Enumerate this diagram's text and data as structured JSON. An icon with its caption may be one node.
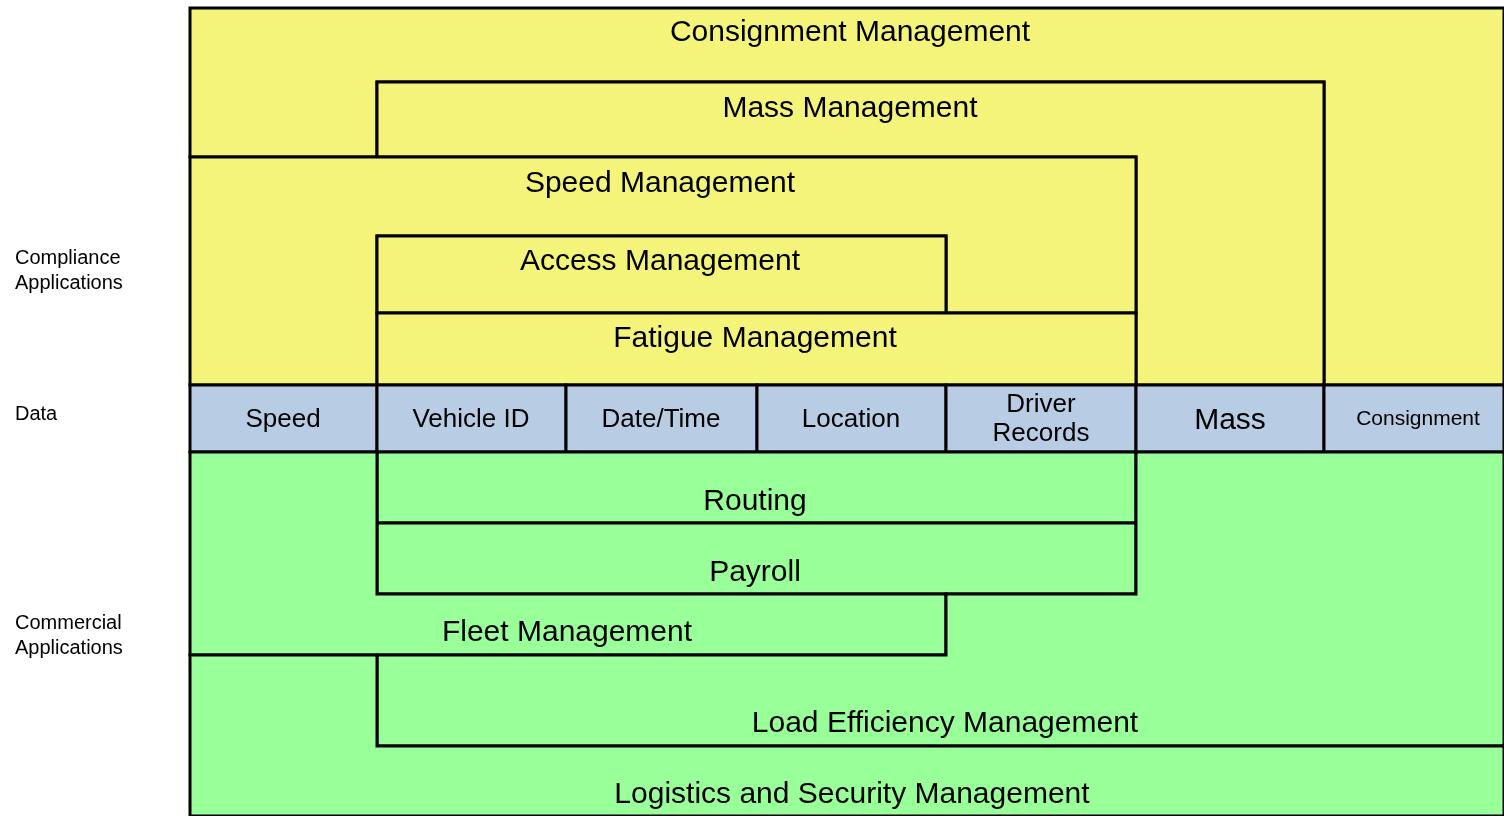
{
  "diagram": {
    "nodes": [
      {
        "text": [
          "Consignment Management"
        ]
      },
      {
        "text": [
          "Mass Management"
        ]
      },
      {
        "text": [
          "Speed Management"
        ]
      },
      {
        "text": [
          "Access Management"
        ]
      },
      {
        "text": [
          "Fatigue Management"
        ]
      },
      {
        "text": [
          "Speed"
        ]
      },
      {
        "text": [
          "Vehicle ID"
        ]
      },
      {
        "text": [
          "Date/Time"
        ]
      },
      {
        "text": [
          "Location"
        ]
      },
      {
        "text": [
          "Driver Records"
        ]
      },
      {
        "text": [
          "Mass"
        ]
      },
      {
        "text": [
          "Consignment"
        ]
      },
      {
        "text": [
          "Routing"
        ]
      },
      {
        "text": [
          "Payroll"
        ]
      },
      {
        "text": [
          "Fleet Management"
        ]
      },
      {
        "text": [
          "Load Efficiency Management"
        ]
      },
      {
        "text": [
          "Logistics and Security Management"
        ]
      }
    ],
    "labels": [
      "Compliance Applications",
      "Data",
      "Commercial Applications"
    ]
  }
}
